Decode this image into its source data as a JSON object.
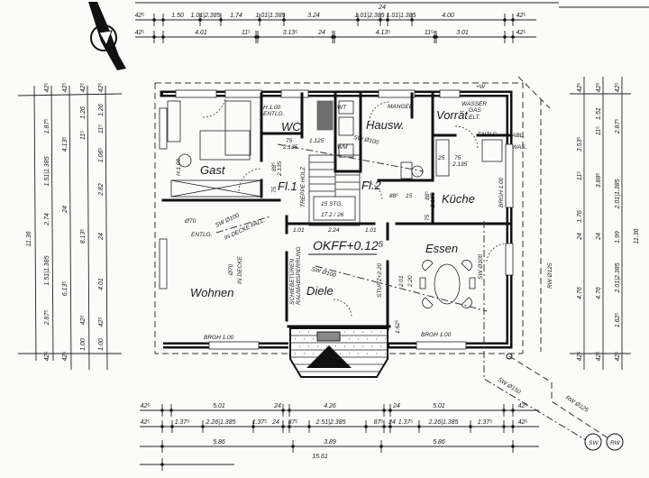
{
  "rooms": {
    "gast": "Gast",
    "wc": "WC",
    "hausw": "Hausw.",
    "vorrat": "Vorrät",
    "kuche": "Küche",
    "fl1": "Fl.1",
    "fl2": "Fl.2",
    "wohnen": "Wohnen",
    "diele": "Diele",
    "essen": "Essen"
  },
  "level": "OKFF+0.12⁵",
  "annotations": {
    "wc_h": "H.1.00",
    "wc_entlg": "ENTLG.",
    "wt": "WT",
    "wm": "WM",
    "mangel": "MANGEL",
    "wasser": "WASSER",
    "gas": "GAS",
    "elt": "ELT.",
    "kitchen_entlg": "ENTLG.",
    "abl": "ABL.",
    "was": "WAS.",
    "sw_hausw": "SW Ø100",
    "treppe": "TREPPE HOLZ",
    "steps": "15 STG.",
    "step_size": "17.2 / 26",
    "gast_h": "H.1.00",
    "wohnen_entlg_d": "Ø70",
    "wohnen_entlg": "ENTLG.",
    "sw_decke": "SW Ø100",
    "in_decke_fall": "IN DECKE FALL.",
    "d70_decke": "Ø70",
    "in_decke": "IN DECKE",
    "brgh_wohnen": "BRGH 1.00",
    "brgh_essen": "BRGH 1.00",
    "brgh_kuche": "BRGH 1.00",
    "schiebe1": "SCHIEBETÜREN",
    "schiebe2": "RAUMABSPERRUNG",
    "sw_diele": "SW Ø100",
    "sturz": "STURZ+2.20",
    "essen_201": "2.01",
    "essen_220": "2.20",
    "essen_1625": "1.62⁵",
    "sw_essen": "SW Ø100",
    "rw_side": "RW Ø125",
    "sw_150": "SW Ø150",
    "rw_125": "RW Ø125",
    "sw_circle": "SW",
    "rw_circle": "RW",
    "w_mark": "+W",
    "d_75a": "75",
    "d_2135a": "2.135",
    "d_1125": "1.125",
    "d_885a": "88⁵",
    "d_2135b": "2.135",
    "d_75b": "75",
    "d_101a": "1.01",
    "d_224": "2.24",
    "d_101b": "1.01",
    "d_885b": "88⁵",
    "d_15": "15",
    "d_885c": "88⁵",
    "d_2135c": "2.135",
    "d_75c": "75",
    "d_75d": "75",
    "d_2135d": "2.135",
    "d_25": "25"
  },
  "dimensions": {
    "top_row1": [
      "42⁵",
      "1.50",
      "1.01|2.385",
      "1.74",
      "1.01|1.385",
      "3.24",
      "24",
      "1.01|2.385",
      "1.01|1.385",
      "4.00",
      "42⁵"
    ],
    "top_row2": [
      "42⁵",
      "4.01",
      "11⁵",
      "3.13⁵",
      "24",
      "4.13⁵",
      "11⁵",
      "3.01",
      "42⁵"
    ],
    "bottom_row1": [
      "42⁵",
      "5.01",
      "24",
      "4.26",
      "24",
      "5.01",
      "42⁵"
    ],
    "bottom_row2": [
      "42⁵",
      "1.37⁵",
      "2.26|1.385",
      "1.37⁵",
      "24",
      "87⁵",
      "2.51|2.385",
      "87⁵",
      "24",
      "1.37⁵",
      "2.26|1.385",
      "1.37⁵",
      "42⁵"
    ],
    "bottom_row3": [
      "5.86",
      "3.89",
      "5.86"
    ],
    "bottom_total": [
      "15.61"
    ],
    "left_col1": [
      "11.36"
    ],
    "left_col2": [
      "42⁵",
      "1.87⁵",
      "1.51|1.385",
      "2.74",
      "1.51|1.385",
      "2.87⁵",
      "42⁵"
    ],
    "left_col3": [
      "42⁵",
      "4.13⁵",
      "24",
      "6.13⁵",
      "42⁵"
    ],
    "left_col4": [
      "42⁵",
      "11⁵",
      "1.26",
      "8.13⁵",
      "42⁵",
      "1.00"
    ],
    "left_col5": [
      "42⁵",
      "1.26",
      "11⁵",
      "1.06⁵",
      "2.82",
      "24",
      "4.01",
      "42⁵",
      "1.00"
    ],
    "right_col1": [
      "42⁵",
      "3.53⁵",
      "11⁵",
      "1.76",
      "24",
      "4.76",
      "42⁵"
    ],
    "right_col2": [
      "42⁵",
      "1.51",
      "11⁵",
      "3.88⁵",
      "24",
      "4.76",
      "42⁵"
    ],
    "right_col3": [
      "42⁵",
      "2.87⁵",
      "2.01|1.385",
      "1.99",
      "2.01|2.385",
      "1.62⁵",
      "42⁵"
    ],
    "right_total": [
      "11.36"
    ]
  },
  "colors": {
    "ink": "#111111",
    "paper": "#fbfbfa"
  }
}
